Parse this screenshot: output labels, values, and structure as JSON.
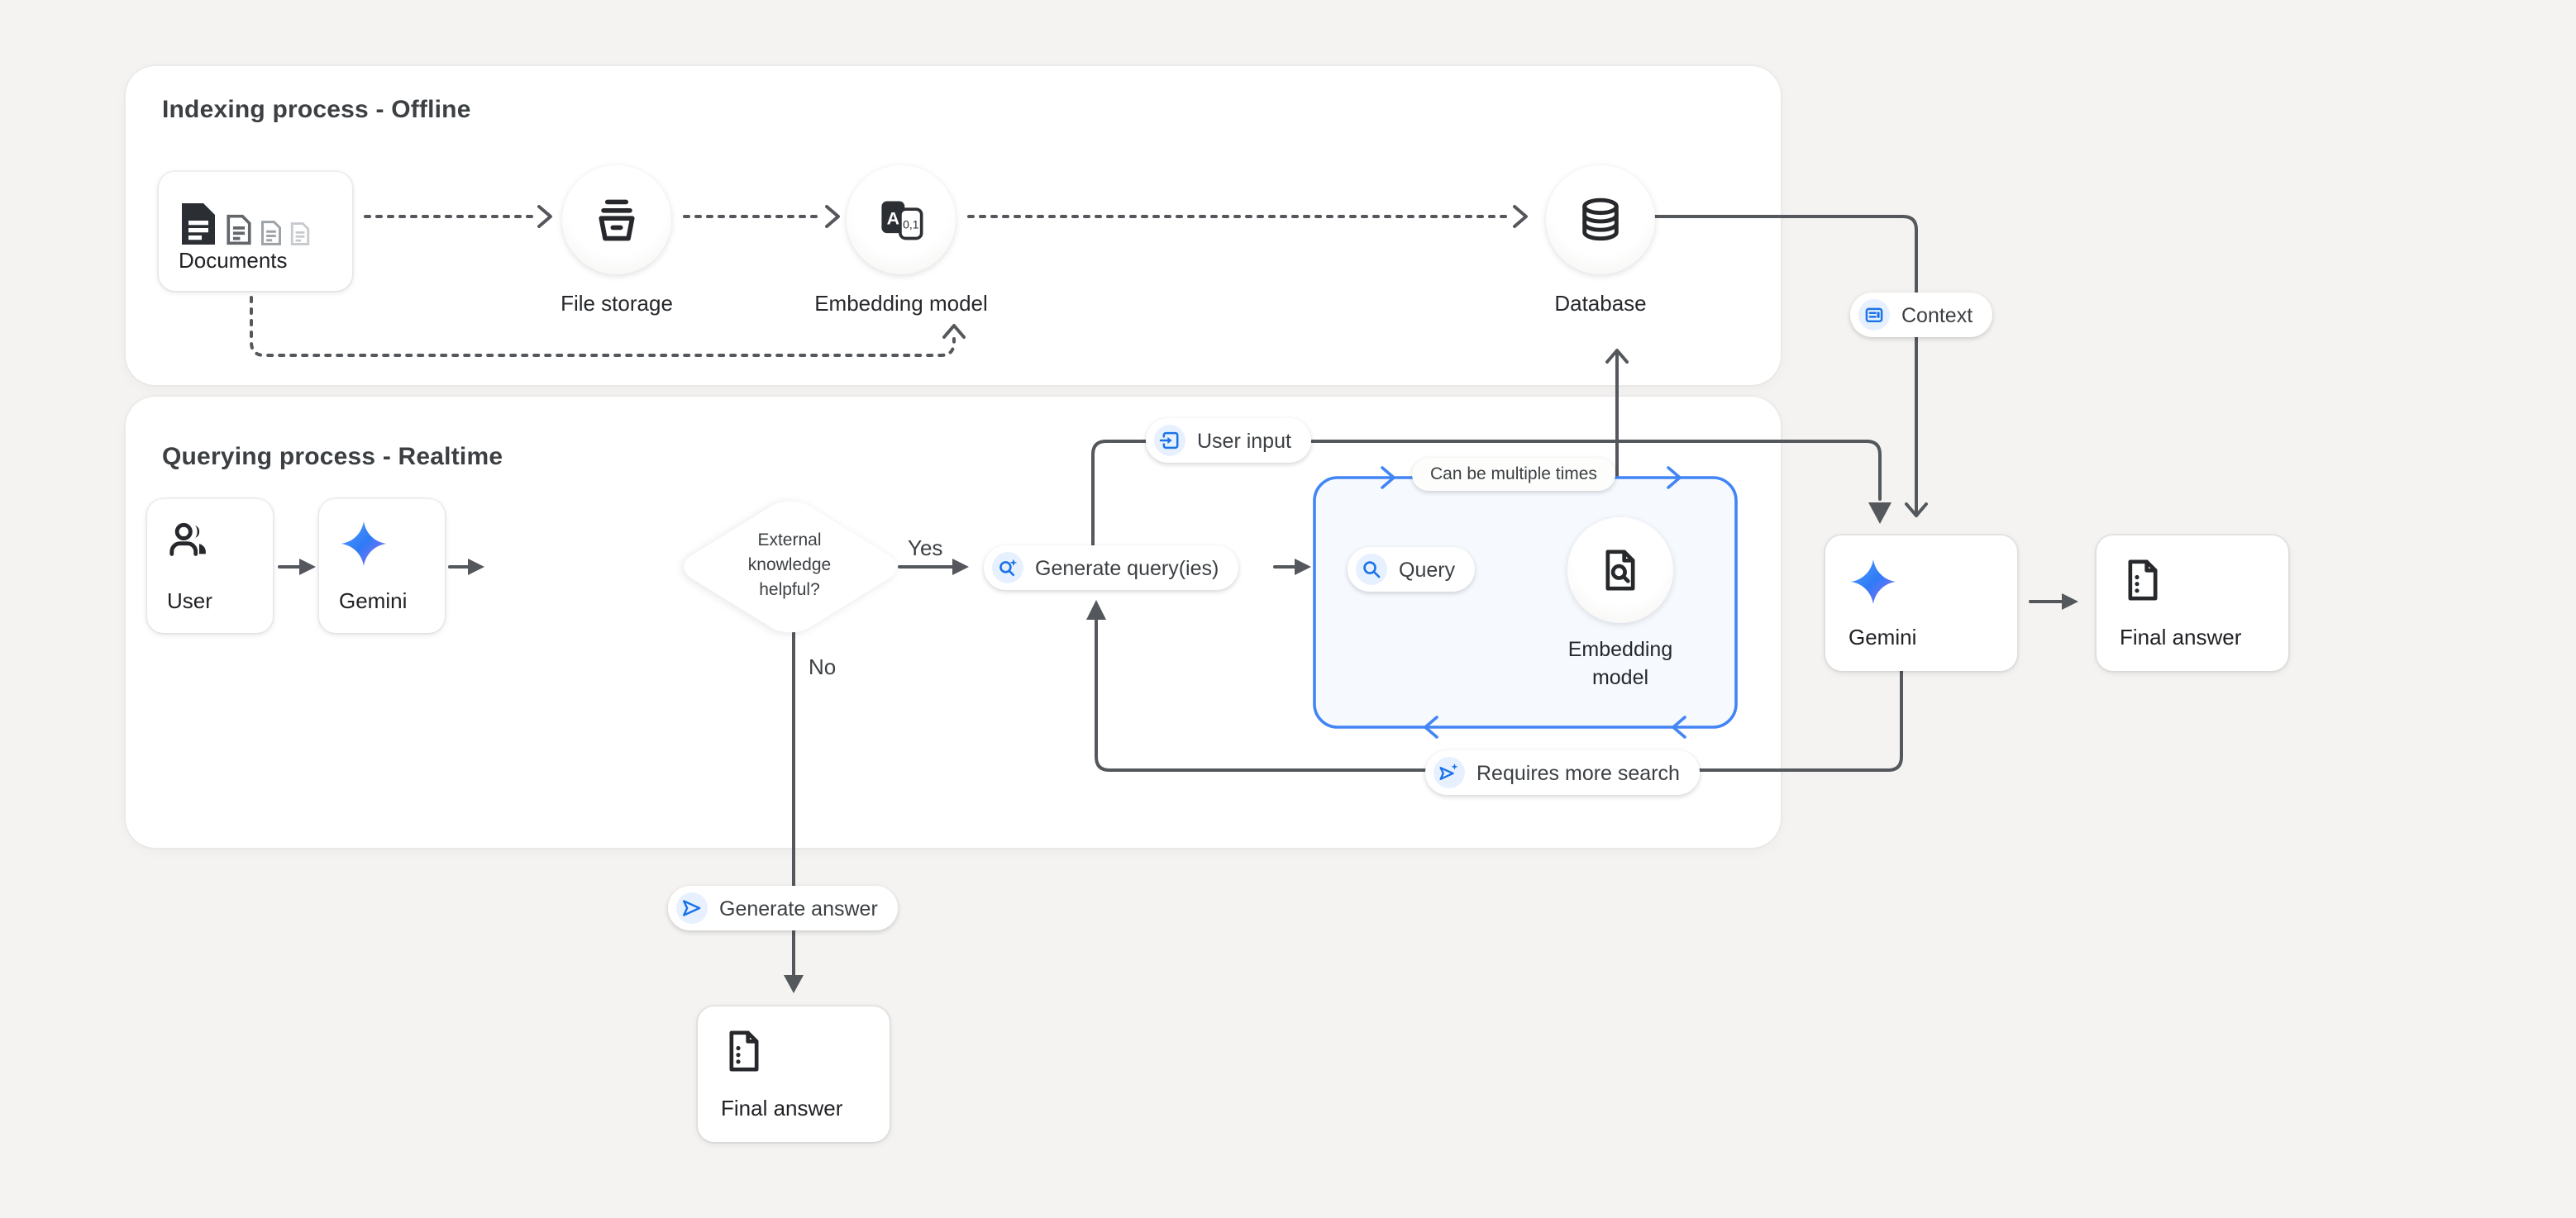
{
  "sections": {
    "indexing_title": "Indexing process - Offline",
    "querying_title": "Querying process - Realtime"
  },
  "nodes": {
    "documents": "Documents",
    "file_storage": "File storage",
    "embedding_model_top": "Embedding model",
    "database": "Database",
    "user": "User",
    "gemini_left": "Gemini",
    "decision": "External knowledge helpful?",
    "embedding_model_loop": "Embedding model",
    "gemini_right": "Gemini",
    "final_answer_right": "Final answer",
    "final_answer_bottom": "Final answer"
  },
  "pills": {
    "user_input": "User input",
    "context": "Context",
    "generate_queries": "Generate query(ies)",
    "query": "Query",
    "can_be_multiple_times": "Can be multiple times",
    "requires_more_search": "Requires more search",
    "generate_answer": "Generate answer"
  },
  "edge_labels": {
    "yes": "Yes",
    "no": "No"
  },
  "colors": {
    "background": "#f4f3f1",
    "panel": "#ffffff",
    "connector_gray": "#54575b",
    "accent_blue": "#1a73e8",
    "loop_box_border": "#4285f4",
    "loop_box_fill": "#f6faff",
    "icon_chip_bg": "#e7f0fe",
    "text_dark": "#202124",
    "text_gray": "#3c4043",
    "gemini_gradient_start": "#57a0ff",
    "gemini_gradient_mid": "#2e7bf6",
    "gemini_gradient_end": "#a06af8"
  },
  "icons": {
    "documents": "file-text-stack-icon",
    "file_storage": "storage-bucket-icon",
    "embedding_model_top": "translate-tokens-icon",
    "database": "database-cylinder-icon",
    "user": "users-icon",
    "gemini": "gemini-star-icon",
    "final_answer": "file-lines-icon",
    "query": "search-icon",
    "generate_queries": "search-spark-icon",
    "user_input": "input-arrow-icon",
    "context": "article-icon",
    "generate_answer": "send-icon",
    "requires_more_search": "send-spark-icon",
    "embedding_model_loop": "file-search-icon"
  }
}
